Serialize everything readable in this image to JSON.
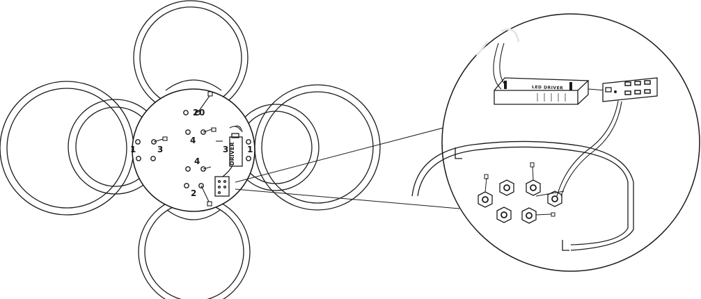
{
  "diagram": {
    "connectors": {
      "top_a": "2",
      "top_b": "0",
      "left_1": "1",
      "left_3": "3",
      "center_4a": "4",
      "center_4b": "4",
      "right_3": "3",
      "right_1": "1",
      "bottom_2": "2"
    },
    "driver_label_small": "DRIVER",
    "driver_label_large": "LED DRIVER"
  },
  "colors": {
    "line": "#1a1a1a",
    "watermark": "#e6e6e6"
  }
}
